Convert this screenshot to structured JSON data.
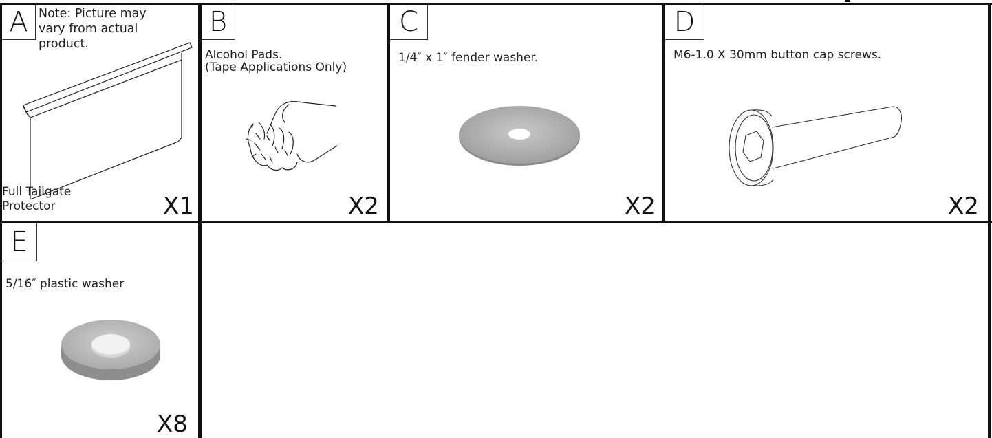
{
  "parts": {
    "a": {
      "letter": "A",
      "note": "Note:  Picture may\nvary from actual\nproduct.",
      "name": "Full Tailgate\nProtector",
      "qty": "X1"
    },
    "b": {
      "letter": "B",
      "description": "Alcohol Pads.\n(Tape Applications Only)",
      "qty": "X2"
    },
    "c": {
      "letter": "C",
      "description": "1/4″ x 1″ fender washer.",
      "qty": "X2"
    },
    "d": {
      "letter": "D",
      "description": "M6-1.0 X 30mm button cap screws.",
      "qty": "X2"
    },
    "e": {
      "letter": "E",
      "description": "5/16″ plastic washer",
      "qty": "X8"
    }
  }
}
